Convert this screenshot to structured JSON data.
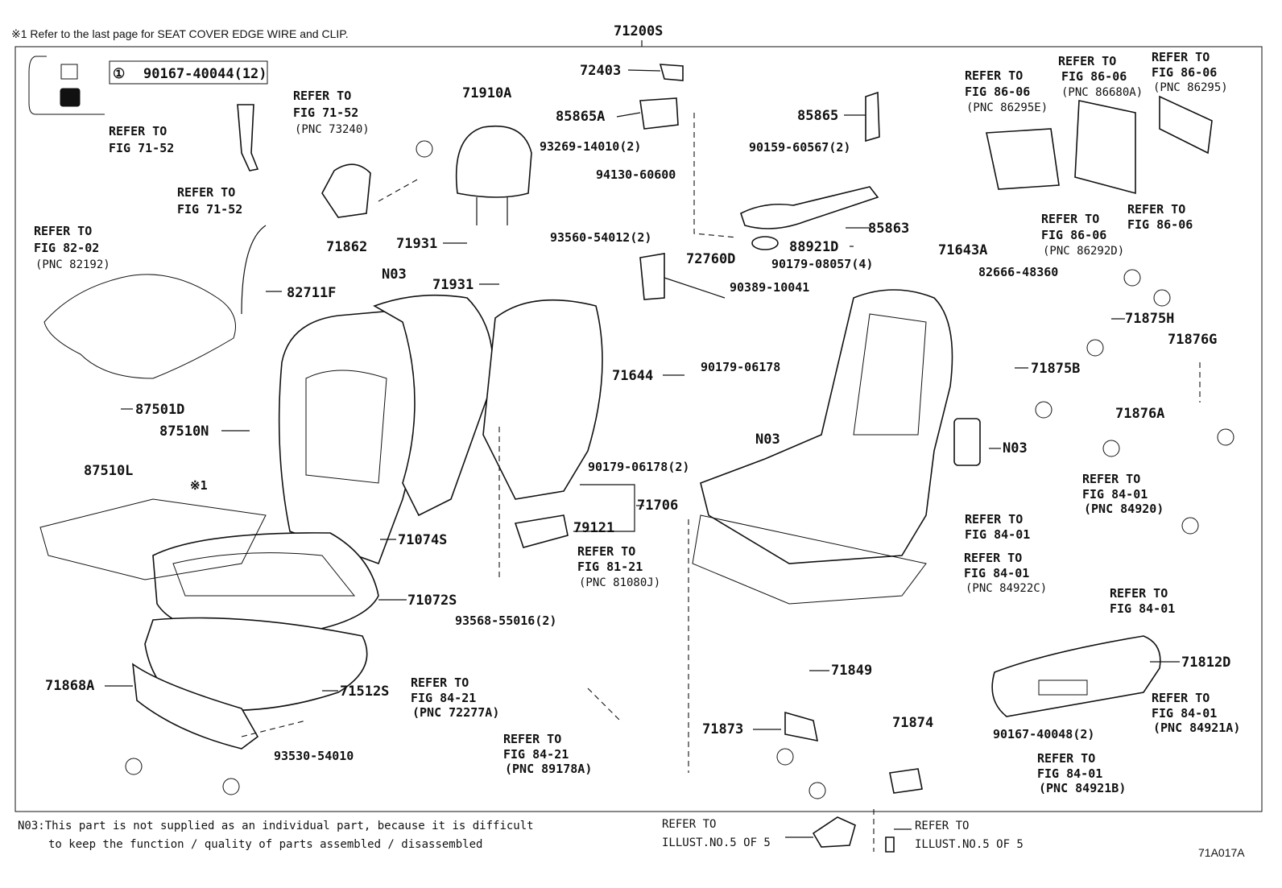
{
  "header_note": "※1 Refer to the last page for SEAT COVER EDGE WIRE and CLIP.",
  "assembly_number": "71200S",
  "legend": {
    "mark": "①",
    "part_number": "90167-40044(12)"
  },
  "callouts": [
    {
      "id": "c-72403",
      "text": "72403"
    },
    {
      "id": "c-71910A",
      "text": "71910A"
    },
    {
      "id": "c-85865A",
      "text": "85865A"
    },
    {
      "id": "c-85865",
      "text": "85865"
    },
    {
      "id": "c-93269",
      "text": "93269-14010(2)"
    },
    {
      "id": "c-90159",
      "text": "90159-60567(2)"
    },
    {
      "id": "c-94130",
      "text": "94130-60600"
    },
    {
      "id": "c-85863",
      "text": "85863"
    },
    {
      "id": "c-88921D",
      "text": "88921D"
    },
    {
      "id": "c-71862",
      "text": "71862"
    },
    {
      "id": "c-71931a",
      "text": "71931"
    },
    {
      "id": "c-71931b",
      "text": "71931"
    },
    {
      "id": "c-82711F",
      "text": "82711F"
    },
    {
      "id": "c-N03a",
      "text": "N03"
    },
    {
      "id": "c-93560",
      "text": "93560-54012(2)"
    },
    {
      "id": "c-72760D",
      "text": "72760D"
    },
    {
      "id": "c-90179-08057",
      "text": "90179-08057(4)"
    },
    {
      "id": "c-90389",
      "text": "90389-10041"
    },
    {
      "id": "c-71643A",
      "text": "71643A"
    },
    {
      "id": "c-82666",
      "text": "82666-48360"
    },
    {
      "id": "c-71875H",
      "text": "71875H"
    },
    {
      "id": "c-71876G",
      "text": "71876G"
    },
    {
      "id": "c-71875B",
      "text": "71875B"
    },
    {
      "id": "c-71876A",
      "text": "71876A"
    },
    {
      "id": "c-90179-06178",
      "text": "90179-06178"
    },
    {
      "id": "c-71644",
      "text": "71644"
    },
    {
      "id": "c-87501D",
      "text": "87501D"
    },
    {
      "id": "c-87510N",
      "text": "87510N"
    },
    {
      "id": "c-87510L",
      "text": "87510L"
    },
    {
      "id": "c-N03b",
      "text": "N03"
    },
    {
      "id": "c-N03c",
      "text": "N03"
    },
    {
      "id": "c-90179-06178-2",
      "text": "90179-06178(2)"
    },
    {
      "id": "c-71706",
      "text": "71706"
    },
    {
      "id": "c-79121",
      "text": "79121"
    },
    {
      "id": "c-71074S",
      "text": "71074S"
    },
    {
      "id": "c-71072S",
      "text": "71072S"
    },
    {
      "id": "c-93568",
      "text": "93568-55016(2)"
    },
    {
      "id": "c-71868A",
      "text": "71868A"
    },
    {
      "id": "c-71512S",
      "text": "71512S"
    },
    {
      "id": "c-93530",
      "text": "93530-54010"
    },
    {
      "id": "c-71849",
      "text": "71849"
    },
    {
      "id": "c-71873",
      "text": "71873"
    },
    {
      "id": "c-71874",
      "text": "71874"
    },
    {
      "id": "c-71812D",
      "text": "71812D"
    },
    {
      "id": "c-90167-40048",
      "text": "90167-40048(2)"
    },
    {
      "id": "c-note1",
      "text": "※1"
    }
  ],
  "refers": {
    "r1": [
      "REFER TO",
      "FIG 71-52",
      "(PNC 73240)"
    ],
    "r2": [
      "REFER TO",
      "FIG 71-52"
    ],
    "r3": [
      "REFER TO",
      "FIG 71-52"
    ],
    "r4": [
      "REFER TO",
      "FIG 82-02",
      "(PNC 82192)"
    ],
    "r5": [
      "REFER TO",
      "FIG 86-06",
      "(PNC 86295E)"
    ],
    "r6": [
      "REFER TO",
      "FIG 86-06",
      "(PNC 86680A)"
    ],
    "r7": [
      "REFER TO",
      "FIG 86-06",
      "(PNC 86295)"
    ],
    "r8": [
      "REFER TO",
      "FIG 86-06",
      "(PNC 86292D)"
    ],
    "r9": [
      "REFER TO",
      "FIG 86-06"
    ],
    "r10": [
      "REFER TO",
      "FIG 81-21",
      "(PNC 81080J)"
    ],
    "r11": [
      "REFER TO",
      "FIG 84-01",
      "(PNC 84920)"
    ],
    "r12": [
      "REFER TO",
      "FIG 84-01"
    ],
    "r13": [
      "REFER TO",
      "FIG 84-01",
      "(PNC 84922C)"
    ],
    "r14": [
      "REFER TO",
      "FIG 84-01"
    ],
    "r15": [
      "REFER TO",
      "FIG 84-21",
      "(PNC 72277A)"
    ],
    "r16": [
      "REFER TO",
      "FIG 84-21",
      "(PNC 89178A)"
    ],
    "r17": [
      "REFER TO",
      "FIG 84-01",
      "(PNC 84921A)"
    ],
    "r18": [
      "REFER TO",
      "FIG 84-01",
      "(PNC 84921B)"
    ]
  },
  "footer": {
    "n03_line1": "N03:This part is not supplied as an individual part, because it is difficult",
    "n03_line2": "to keep the function / quality of parts assembled / disassembled",
    "illust_a_1": "REFER TO",
    "illust_a_2": "ILLUST.NO.5 OF 5",
    "illust_b_1": "REFER TO",
    "illust_b_2": "ILLUST.NO.5 OF 5",
    "figure_code": "71A017A"
  }
}
